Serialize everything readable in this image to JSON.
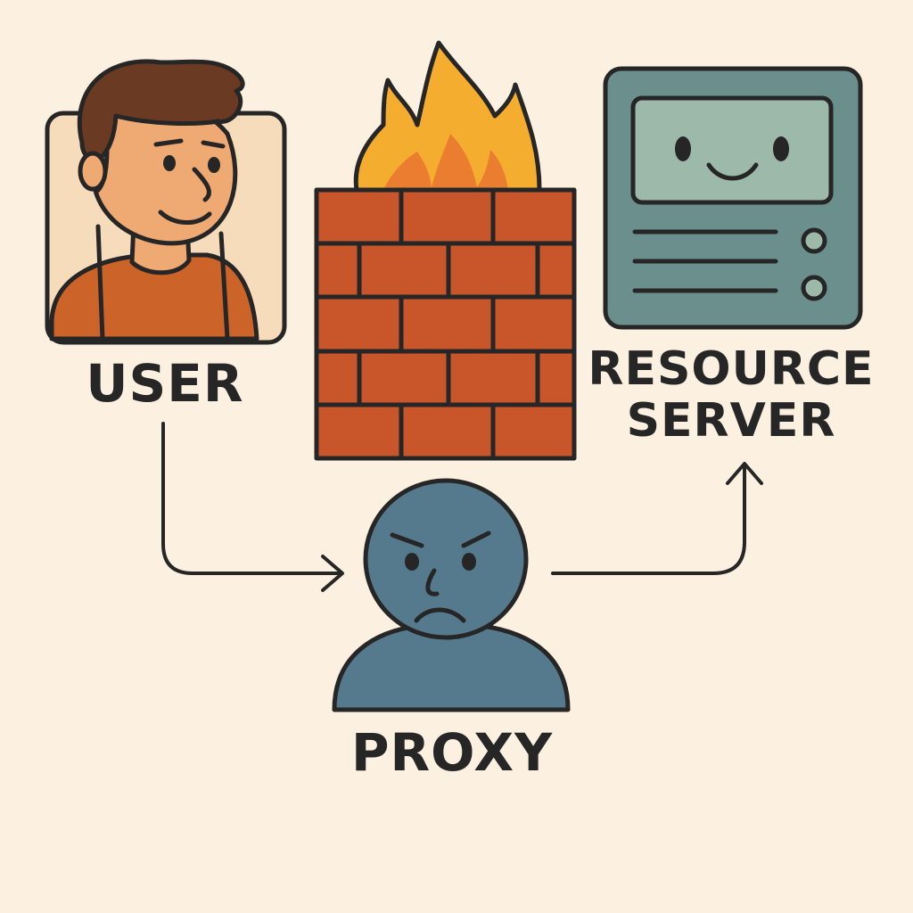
{
  "nodes": {
    "user": {
      "label": "USER"
    },
    "server": {
      "label_line1": "RESOURCE",
      "label_line2": "SERVER"
    },
    "proxy": {
      "label": "PROXY"
    }
  },
  "colors": {
    "background": "#fcf0e0",
    "outline": "#262626",
    "user_skin": "#eeaa72",
    "user_hair": "#6b3a22",
    "user_shirt": "#cc6328",
    "user_frame": "#f7dcbc",
    "brick": "#c9562a",
    "flame_outer": "#f5ad2f",
    "flame_inner": "#eb7d31",
    "server_body": "#6b8f8d",
    "server_screen": "#9cb9a9",
    "proxy_body": "#557a8d"
  },
  "icons": [
    "user-avatar-icon",
    "firewall-icon",
    "flame-icon",
    "server-icon",
    "proxy-figure-icon"
  ]
}
